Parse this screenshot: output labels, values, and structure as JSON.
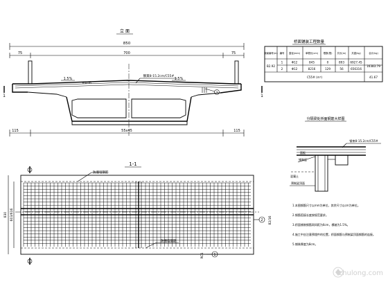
{
  "elevation": {
    "title": "立 面",
    "dim_total": "850",
    "dim_left": "75",
    "dim_mid": "700",
    "dim_right": "75",
    "slope_left": "1.5%",
    "slope_right": "1.5%",
    "rebar_note": "钢束8-15.2cm/C55#",
    "cover_note": "#4cm",
    "bottom_total": "55x45",
    "bottom_left": "115",
    "bottom_right": "115",
    "marker": "2",
    "section_mark": "1"
  },
  "plan": {
    "title": "1-1",
    "label_top": "防撞墙钢筋",
    "label_bottom": "防撞墙钢筋",
    "dim_left_1": "830",
    "dim_left_2": "603/616",
    "dim_right": "82/16",
    "circle_1": "1",
    "circle_2": "2",
    "bottom_code": "RC1"
  },
  "quantity_table": {
    "title": "桥面铺装工程数量",
    "headers": [
      "钢束编号(m)",
      "编号",
      "直径(mm)",
      "单根长(cm)",
      "根数(根)",
      "共长(m)",
      "共重(kg)",
      "合计(kg)"
    ],
    "rows": [
      {
        "group": "B2.92",
        "no": "1",
        "dia": "Φ12",
        "len": "845",
        "count": "0",
        "total_len": "893",
        "weight": "6927.45",
        "sum": "16383.79"
      },
      {
        "group": "",
        "no": "2",
        "dia": "Φ12",
        "len": "8216",
        "count": "129",
        "total_len": "56",
        "weight": "656316",
        "sum": ""
      }
    ],
    "footer_label": "C55#  (m³)",
    "footer_value": "41.67"
  },
  "detail": {
    "title": "分隔梁处桥面钢筋大样图",
    "note": "钢束8-15.2cm/C55#",
    "label_a": "面板",
    "label_b": "铺装层",
    "label_c": "混凝土",
    "label_d": "预制梁顶面"
  },
  "notes": [
    "1.本图钢筋尺寸以mm为单位，其余尺寸以cm为单位。",
    "2.钢筋搭接长度按规范要求。",
    "3.桥面铺装钢筋网间距为6cm，横坡为1.5%。",
    "4.施工中应注意预埋件的位置，桥面钢筋与预制梁顶面钢筋的连接。",
    "5.铺装厚度为8cm。"
  ],
  "watermark": "zhulong.com"
}
